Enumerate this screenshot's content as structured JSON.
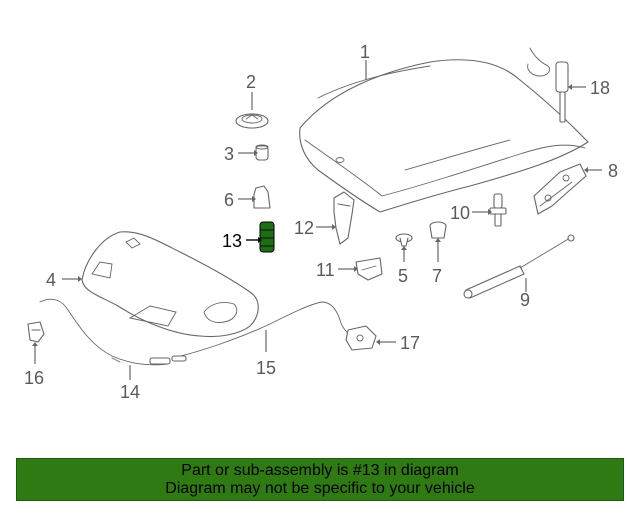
{
  "callouts": {
    "c1": "1",
    "c2": "2",
    "c3": "3",
    "c4": "4",
    "c5": "5",
    "c6": "6",
    "c7": "7",
    "c8": "8",
    "c9": "9",
    "c10": "10",
    "c11": "11",
    "c12": "12",
    "c13": "13",
    "c14": "14",
    "c15": "15",
    "c16": "16",
    "c17": "17",
    "c18": "18"
  },
  "highlighted_part": "13",
  "colors": {
    "highlight_part": "#1f6e16",
    "banner_bg": "#2f7a12",
    "line": "#666666"
  },
  "banner": {
    "line1": "Part or sub-assembly is #13 in diagram",
    "line2": "Diagram may not be specific to your vehicle"
  }
}
